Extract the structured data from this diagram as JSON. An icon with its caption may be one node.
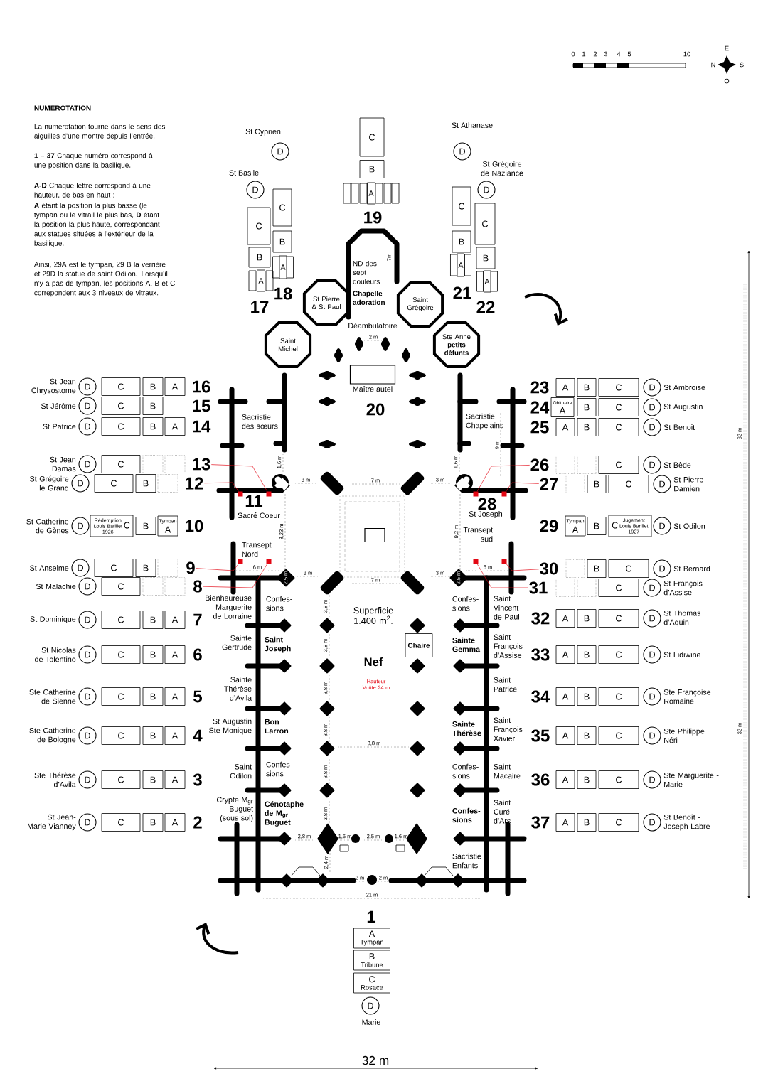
{
  "diagram": {
    "nodes": [
      {
        "text": [
          "D"
        ],
        "beside": [
          "St Basile"
        ]
      },
      {
        "text": [
          "C"
        ]
      },
      {
        "text": [
          "B"
        ]
      },
      {
        "text": [
          "A"
        ]
      },
      {
        "text": [
          "D"
        ],
        "beside": [
          "St Cyprien"
        ]
      },
      {
        "text": [
          "C"
        ]
      },
      {
        "text": [
          "B"
        ]
      },
      {
        "text": [
          "A"
        ]
      },
      {
        "text": [
          "C"
        ]
      },
      {
        "text": [
          "B"
        ]
      },
      {
        "text": [
          "A"
        ]
      },
      {
        "text": [
          "D"
        ],
        "beside": [
          "St Athanase"
        ]
      },
      {
        "text": [
          "C"
        ]
      },
      {
        "text": [
          "B"
        ]
      },
      {
        "text": [
          "A"
        ]
      },
      {
        "text": [
          "D"
        ],
        "beside": [
          "St Grégoire de Naziance"
        ]
      },
      {
        "text": [
          "C"
        ]
      },
      {
        "text": [
          "B"
        ]
      },
      {
        "text": [
          "A"
        ]
      },
      {
        "text": [
          "ND des sept douleurs",
          "Chapelle adoration"
        ]
      },
      {
        "text": [
          "St Pierre & St Paul"
        ]
      },
      {
        "text": [
          "Saint Grégoire"
        ]
      },
      {
        "text": [
          "Saint Michel"
        ]
      },
      {
        "text": [
          "Ste Anne **petits défunts**"
        ]
      },
      {
        "text": [
          "Maître autel"
        ]
      },
      {
        "text": [
          "D"
        ],
        "beside": [
          "St Jean Chrysostome"
        ]
      },
      {
        "text": [
          "C"
        ]
      },
      {
        "text": [
          "B"
        ]
      },
      {
        "text": [
          "A"
        ]
      },
      {
        "text": [
          "D"
        ],
        "beside": [
          "St Jérôme"
        ]
      },
      {
        "text": [
          "C"
        ]
      },
      {
        "text": [
          "B"
        ]
      },
      {
        "text": [
          "D"
        ],
        "beside": [
          "St Patrice"
        ]
      },
      {
        "text": [
          "C"
        ]
      },
      {
        "text": [
          "B"
        ]
      },
      {
        "text": [
          "A"
        ]
      },
      {
        "text": [
          "D"
        ],
        "beside": [
          "St Jean Damas"
        ]
      },
      {
        "text": [
          "C"
        ]
      },
      {
        "text": [],
        "shape": "box"
      },
      {
        "text": [],
        "shape": "box"
      },
      {
        "text": [
          "D"
        ],
        "beside": [
          "St Grégoire le Grand"
        ]
      },
      {
        "text": [
          "C"
        ]
      },
      {
        "text": [
          "B"
        ]
      },
      {
        "text": [],
        "shape": "box"
      },
      {
        "text": [
          "D"
        ],
        "beside": [
          "St Catherine de Gènes"
        ]
      },
      {
        "text": [
          "Rédemption Louis Barillet 1926",
          "C"
        ]
      },
      {
        "text": [
          "B"
        ]
      },
      {
        "text": [
          "Tympan",
          "A"
        ]
      },
      {
        "text": [
          "D"
        ],
        "beside": [
          "St Anselme"
        ]
      },
      {
        "text": [
          "C"
        ]
      },
      {
        "text": [
          "B"
        ]
      },
      {
        "text": [],
        "shape": "box"
      },
      {
        "text": [
          "D"
        ],
        "beside": [
          "St Malachie"
        ]
      },
      {
        "text": [
          "C"
        ]
      },
      {
        "text": [],
        "shape": "box"
      },
      {
        "text": [],
        "shape": "box"
      },
      {
        "text": [
          "D"
        ],
        "beside": [
          "St Dominique"
        ]
      },
      {
        "text": [
          "C"
        ]
      },
      {
        "text": [
          "B"
        ]
      },
      {
        "text": [
          "A"
        ]
      },
      {
        "text": [
          "D"
        ],
        "beside": [
          "St Nicolas de Tolentino"
        ]
      },
      {
        "text": [
          "C"
        ]
      },
      {
        "text": [
          "B"
        ]
      },
      {
        "text": [
          "A"
        ]
      },
      {
        "text": [
          "D"
        ],
        "beside": [
          "Ste Catherine de Sienne"
        ]
      },
      {
        "text": [
          "C"
        ]
      },
      {
        "text": [
          "B"
        ]
      },
      {
        "text": [
          "A"
        ]
      },
      {
        "text": [
          "D"
        ],
        "beside": [
          "Ste Catherine de Bologne"
        ]
      },
      {
        "text": [
          "C"
        ]
      },
      {
        "text": [
          "B"
        ]
      },
      {
        "text": [
          "A"
        ]
      },
      {
        "text": [
          "D"
        ],
        "beside": [
          "Ste Thérèse d’Avila"
        ]
      },
      {
        "text": [
          "C"
        ]
      },
      {
        "text": [
          "B"
        ]
      },
      {
        "text": [
          "A"
        ]
      },
      {
        "text": [
          "D"
        ],
        "beside": [
          "St Jean-Marie Vianney"
        ]
      },
      {
        "text": [
          "C"
        ]
      },
      {
        "text": [
          "B"
        ]
      },
      {
        "text": [
          "A"
        ]
      },
      {
        "text": [
          "A"
        ]
      },
      {
        "text": [
          "B"
        ]
      },
      {
        "text": [
          "C"
        ]
      },
      {
        "text": [
          "D"
        ],
        "beside": [
          "St Ambroise"
        ]
      },
      {
        "text": [
          "Obituaire",
          "A"
        ]
      },
      {
        "text": [
          "B"
        ]
      },
      {
        "text": [
          "C"
        ]
      },
      {
        "text": [
          "D"
        ],
        "beside": [
          "St Augustin"
        ]
      },
      {
        "text": [
          "A"
        ]
      },
      {
        "text": [
          "B"
        ]
      },
      {
        "text": [
          "C"
        ]
      },
      {
        "text": [
          "D"
        ],
        "beside": [
          "St Benoit"
        ]
      },
      {
        "text": [],
        "shape": "box"
      },
      {
        "text": [],
        "shape": "box"
      },
      {
        "text": [
          "C"
        ]
      },
      {
        "text": [
          "D"
        ],
        "beside": [
          "St Bède"
        ]
      },
      {
        "text": [],
        "shape": "box"
      },
      {
        "text": [
          "B"
        ]
      },
      {
        "text": [
          "C"
        ]
      },
      {
        "text": [
          "D"
        ],
        "beside": [
          "St Pierre Damien"
        ]
      },
      {
        "text": [
          "Tympan",
          "A"
        ]
      },
      {
        "text": [
          "B"
        ]
      },
      {
        "text": [
          "C",
          "Jugement Louis Barillet 1927"
        ]
      },
      {
        "text": [
          "D"
        ],
        "beside": [
          "St Odilon"
        ]
      },
      {
        "text": [],
        "shape": "box"
      },
      {
        "text": [
          "B"
        ]
      },
      {
        "text": [
          "C"
        ]
      },
      {
        "text": [
          "D"
        ],
        "beside": [
          "St Bernard"
        ]
      },
      {
        "text": [],
        "shape": "box"
      },
      {
        "text": [],
        "shape": "box"
      },
      {
        "text": [
          "C"
        ]
      },
      {
        "text": [
          "D"
        ],
        "beside": [
          "St François d’Assise"
        ]
      },
      {
        "text": [
          "A"
        ]
      },
      {
        "text": [
          "B"
        ]
      },
      {
        "text": [
          "C"
        ]
      },
      {
        "text": [
          "D"
        ],
        "beside": [
          "St Thomas d’Aquin"
        ]
      },
      {
        "text": [
          "A"
        ]
      },
      {
        "text": [
          "B"
        ]
      },
      {
        "text": [
          "C"
        ]
      },
      {
        "text": [
          "D"
        ],
        "beside": [
          "St Lidiwine"
        ]
      },
      {
        "text": [
          "A"
        ]
      },
      {
        "text": [
          "B"
        ]
      },
      {
        "text": [
          "C"
        ]
      },
      {
        "text": [
          "D"
        ],
        "beside": [
          "Ste Françoise Romaine"
        ]
      },
      {
        "text": [
          "A"
        ]
      },
      {
        "text": [
          "B"
        ]
      },
      {
        "text": [
          "C"
        ]
      },
      {
        "text": [
          "D"
        ],
        "beside": [
          "Ste Philippe Néri"
        ]
      },
      {
        "text": [
          "A"
        ]
      },
      {
        "text": [
          "B"
        ]
      },
      {
        "text": [
          "C"
        ]
      },
      {
        "text": [
          "D"
        ],
        "beside": [
          "Ste Marguerite -Marie"
        ]
      },
      {
        "text": [
          "A"
        ]
      },
      {
        "text": [
          "B"
        ]
      },
      {
        "text": [
          "C"
        ]
      },
      {
        "text": [
          "D"
        ],
        "beside": [
          "St Benoît -Joseph Labre"
        ]
      },
      {
        "text": [],
        "shape": "box"
      },
      {
        "text": [
          "Chaire"
        ]
      },
      {
        "text": [
          "A",
          "Tympan"
        ]
      },
      {
        "text": [
          "B",
          "Tribune"
        ]
      },
      {
        "text": [
          "C",
          "Rosace"
        ]
      },
      {
        "text": [
          "D"
        ],
        "beside": [
          "Marie"
        ]
      },
      {
        "text": [
          "13"
        ]
      },
      {
        "text": [],
        "shape": "box"
      },
      {
        "text": [
          "12"
        ]
      },
      {
        "text": [],
        "shape": "box"
      },
      {
        "text": [
          "9"
        ]
      },
      {
        "text": [],
        "shape": "box"
      },
      {
        "text": [
          "8"
        ]
      },
      {
        "text": [],
        "shape": "box"
      },
      {
        "text": [
          "26"
        ]
      },
      {
        "text": [],
        "shape": "box"
      },
      {
        "text": [
          "27"
        ]
      },
      {
        "text": [],
        "shape": "box"
      },
      {
        "text": [
          "30"
        ]
      },
      {
        "text": [],
        "shape": "box"
      },
      {
        "text": [
          "31"
        ]
      },
      {
        "text": [],
        "shape": "box"
      }
    ],
    "edges": [
      {
        "from": 142,
        "to": 143,
        "arrow": "none"
      },
      {
        "from": 144,
        "to": 145,
        "arrow": "none"
      },
      {
        "from": 146,
        "to": 147,
        "arrow": "none"
      },
      {
        "from": 148,
        "to": 149,
        "arrow": "none"
      },
      {
        "from": 150,
        "to": 151,
        "arrow": "none"
      },
      {
        "from": 152,
        "to": 153,
        "arrow": "none"
      },
      {
        "from": 154,
        "to": 155,
        "arrow": "none"
      },
      {
        "from": 156,
        "to": 157,
        "arrow": "none"
      }
    ],
    "labels": [
      "NUMEROTATION",
      "La numérotation tourne dans le sens des aiguilles d’une montre depuis l’entrée.",
      "**1 – 37** Chaque numéro correspond à une position dans la basilique.",
      "**A-D** Chaque lettre correspond à une hauteur, de bas en haut :",
      "**A** étant la position la plus basse (le tympan ou le vitrail le plus bas, **D** étant la position la plus haute, correspondant aux statues situées à l’extérieur de la basilique.",
      "Ainsi, 29A est le tympan, 29 B la verrière et 29D la statue de saint Odilon. Lorsqu’il n’y a pas de tympan, les positions A, B et C correpondent aux 3 niveaux de vitraux.",
      "0",
      "1",
      "2",
      "3",
      "4",
      "5",
      "10",
      "E",
      "N",
      "S",
      "O",
      "17",
      "18",
      "19",
      "21",
      "22",
      "16",
      "15",
      "14",
      "10",
      "7",
      "6",
      "5",
      "4",
      "3",
      "2",
      "23",
      "24",
      "25",
      "29",
      "32",
      "33",
      "34",
      "35",
      "36",
      "37",
      "Déambulatoire",
      "2 m",
      "7m",
      "20",
      "Sacristie des sœurs",
      "Sacristie Chapelains",
      "9 m",
      "1,6 m",
      "1,6 m",
      "3 m",
      "7 m",
      "3 m",
      "11",
      "Sacré Coeur",
      "28",
      "St Joseph",
      "8,23 m",
      "9,2 m",
      "Transept sud",
      "Transept Nord",
      "6 m",
      "6 m",
      "2,5 m",
      "3 m",
      "7 m",
      "3 m",
      "2,5 m",
      "Bienheureuse Marguerite de Lorraine",
      "Confes- sions",
      "Superficie 1.400 m$^{2}$.",
      "Confes- sions",
      "Saint Vincent de Paul",
      "3,8 m",
      "Sainte Gertrude",
      "Saint Joseph",
      "Sainte Gemma",
      "Saint François d’Assise",
      "3,8 m",
      "Nef",
      "Hauteur Voûte 24 m",
      "Sainte Thérèse d’Avila",
      "3,8 m",
      "Saint Patrice",
      "St Augustin Ste Monique",
      "Bon Larron",
      "Sainte Thérèse",
      "Saint François Xavier",
      "3,8 m",
      "8,8 m",
      "Saint Odilon",
      "Confes- sions",
      "3,8 m",
      "Confes- sions",
      "Saint Macaire",
      "Crypte M$_{gr}$ Buguet (sous sol)",
      "Cénotaphe de M$_{gr}$ Buguet",
      "Confes- sions",
      "Saint Curé d’Ars",
      "3,8 m",
      "2,8 m",
      "1,6 m",
      "2,5 m",
      "1,6 m",
      "2,4 m",
      "Sacristie Enfants",
      "2 m",
      "2 m",
      "21 m",
      "32 m",
      "32 m",
      "1",
      "32 m"
    ]
  }
}
